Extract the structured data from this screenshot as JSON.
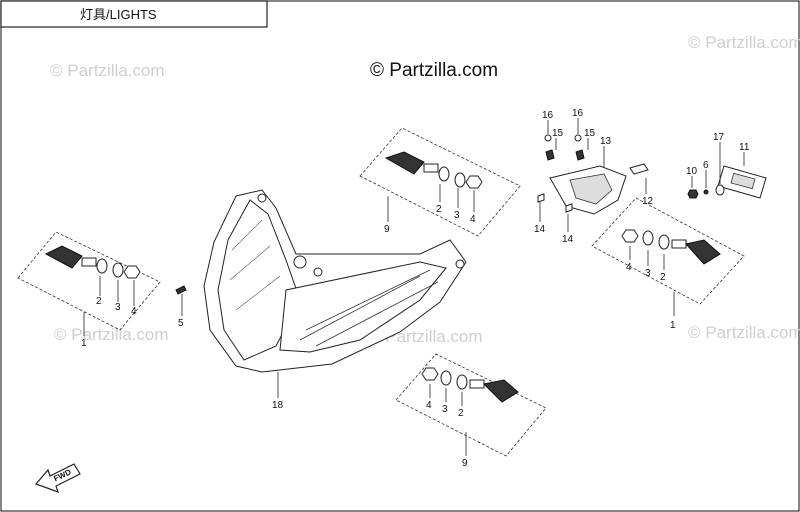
{
  "title": "灯具/LIGHTS",
  "brand": "© Partzilla.com",
  "watermark": "© Partzilla.com",
  "fwd_label": "FWD",
  "callouts": {
    "c1": "1",
    "c2a": "2",
    "c2b": "2",
    "c2c": "2",
    "c2d": "2",
    "c3a": "3",
    "c3b": "3",
    "c3c": "3",
    "c3d": "3",
    "c4a": "4",
    "c4b": "4",
    "c4c": "4",
    "c4d": "4",
    "c5": "5",
    "c6": "6",
    "c9a": "9",
    "c9b": "9",
    "c10": "10",
    "c11": "11",
    "c12": "12",
    "c13": "13",
    "c14a": "14",
    "c14b": "14",
    "c15a": "15",
    "c15b": "15",
    "c16a": "16",
    "c16b": "16",
    "c17": "17",
    "c18": "18",
    "cleft": "1"
  }
}
